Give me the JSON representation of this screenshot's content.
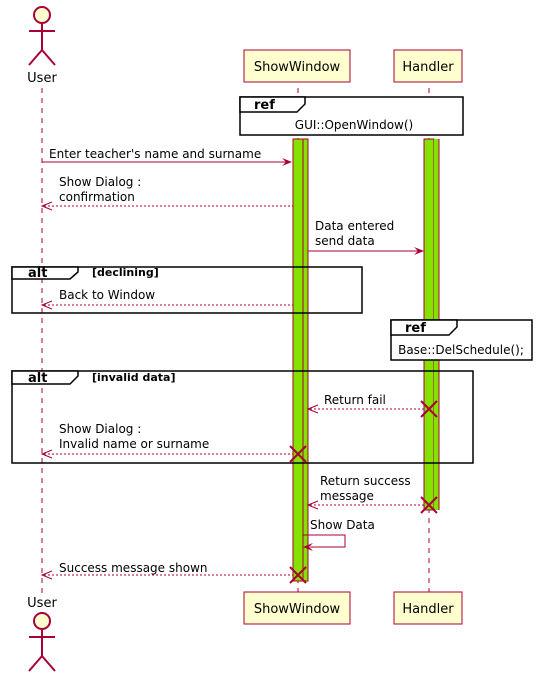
{
  "participants": {
    "user": "User",
    "show_window": "ShowWindow",
    "handler": "Handler"
  },
  "refs": [
    {
      "label": "ref",
      "text": "GUI::OpenWindow()"
    },
    {
      "label": "ref",
      "text": "Base::DelSchedule();"
    }
  ],
  "fragments": [
    {
      "keyword": "alt",
      "condition": "[declining]"
    },
    {
      "keyword": "alt",
      "condition": "[invalid data]"
    }
  ],
  "messages": {
    "m1": "Enter teacher's name and surname",
    "m2_line1": "Show Dialog :",
    "m2_line2": "confirmation",
    "m3_line1": "Data entered",
    "m3_line2": "send data",
    "m4": "Back to Window",
    "m5": "Return fail",
    "m6_line1": "Show Dialog :",
    "m6_line2": "Invalid name or surname",
    "m7_line1": "Return success",
    "m7_line2": "message",
    "m8": "Show Data",
    "m9": "Success message shown"
  },
  "colors": {
    "lifeline": "#a80036",
    "activation": "#84e100",
    "participant_fill": "#fefece"
  }
}
